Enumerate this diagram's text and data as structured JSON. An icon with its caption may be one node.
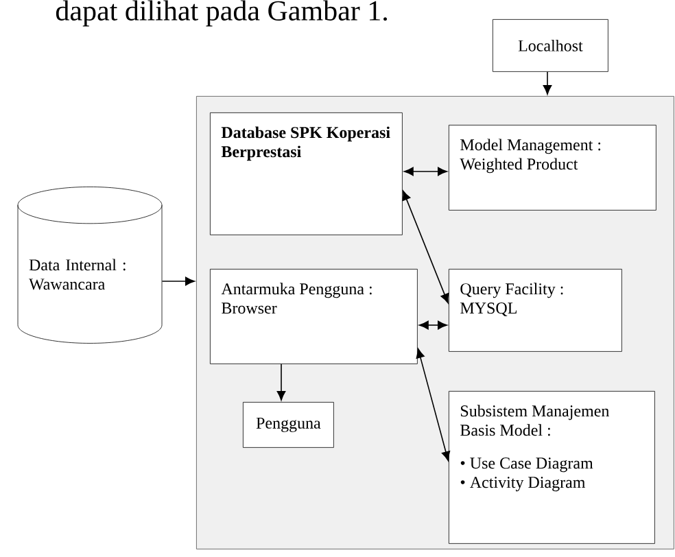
{
  "diagram": {
    "nodes": [
      {
        "text": [
          "Localhost"
        ]
      },
      {
        "text": [],
        "shape": "box"
      },
      {
        "text": [
          "**Database SPK Koperasi Berprestasi**"
        ],
        "in": 1
      },
      {
        "text": [
          "Model Management : Weighted Product"
        ],
        "in": 1
      },
      {
        "text": [
          "Data Internal : Wawancara"
        ]
      },
      {
        "text": [
          "Antarmuka Pengguna : Browser"
        ],
        "in": 1
      },
      {
        "text": [
          "Query Facility : MYSQL"
        ],
        "in": 1
      },
      {
        "text": [
          "Pengguna"
        ],
        "in": 1
      },
      {
        "text": [
          "Subsistem Manajemen Basis Model :",
          "• Use Case Diagram",
          "• Activity Diagram"
        ],
        "in": 1
      }
    ],
    "edges": [
      {
        "from": 0,
        "to": 1,
        "arrow": "to"
      },
      {
        "from": 4,
        "to": 1,
        "arrow": "to"
      },
      {
        "from": 2,
        "to": 3,
        "arrow": "both"
      },
      {
        "from": 2,
        "to": 6,
        "arrow": "both"
      },
      {
        "from": 5,
        "to": 6,
        "arrow": "both"
      },
      {
        "from": 5,
        "to": 7,
        "arrow": "to"
      },
      {
        "from": 8,
        "to": 5,
        "arrow": "both"
      }
    ],
    "labels": [
      "dapat dilihat pada Gambar 1."
    ]
  }
}
